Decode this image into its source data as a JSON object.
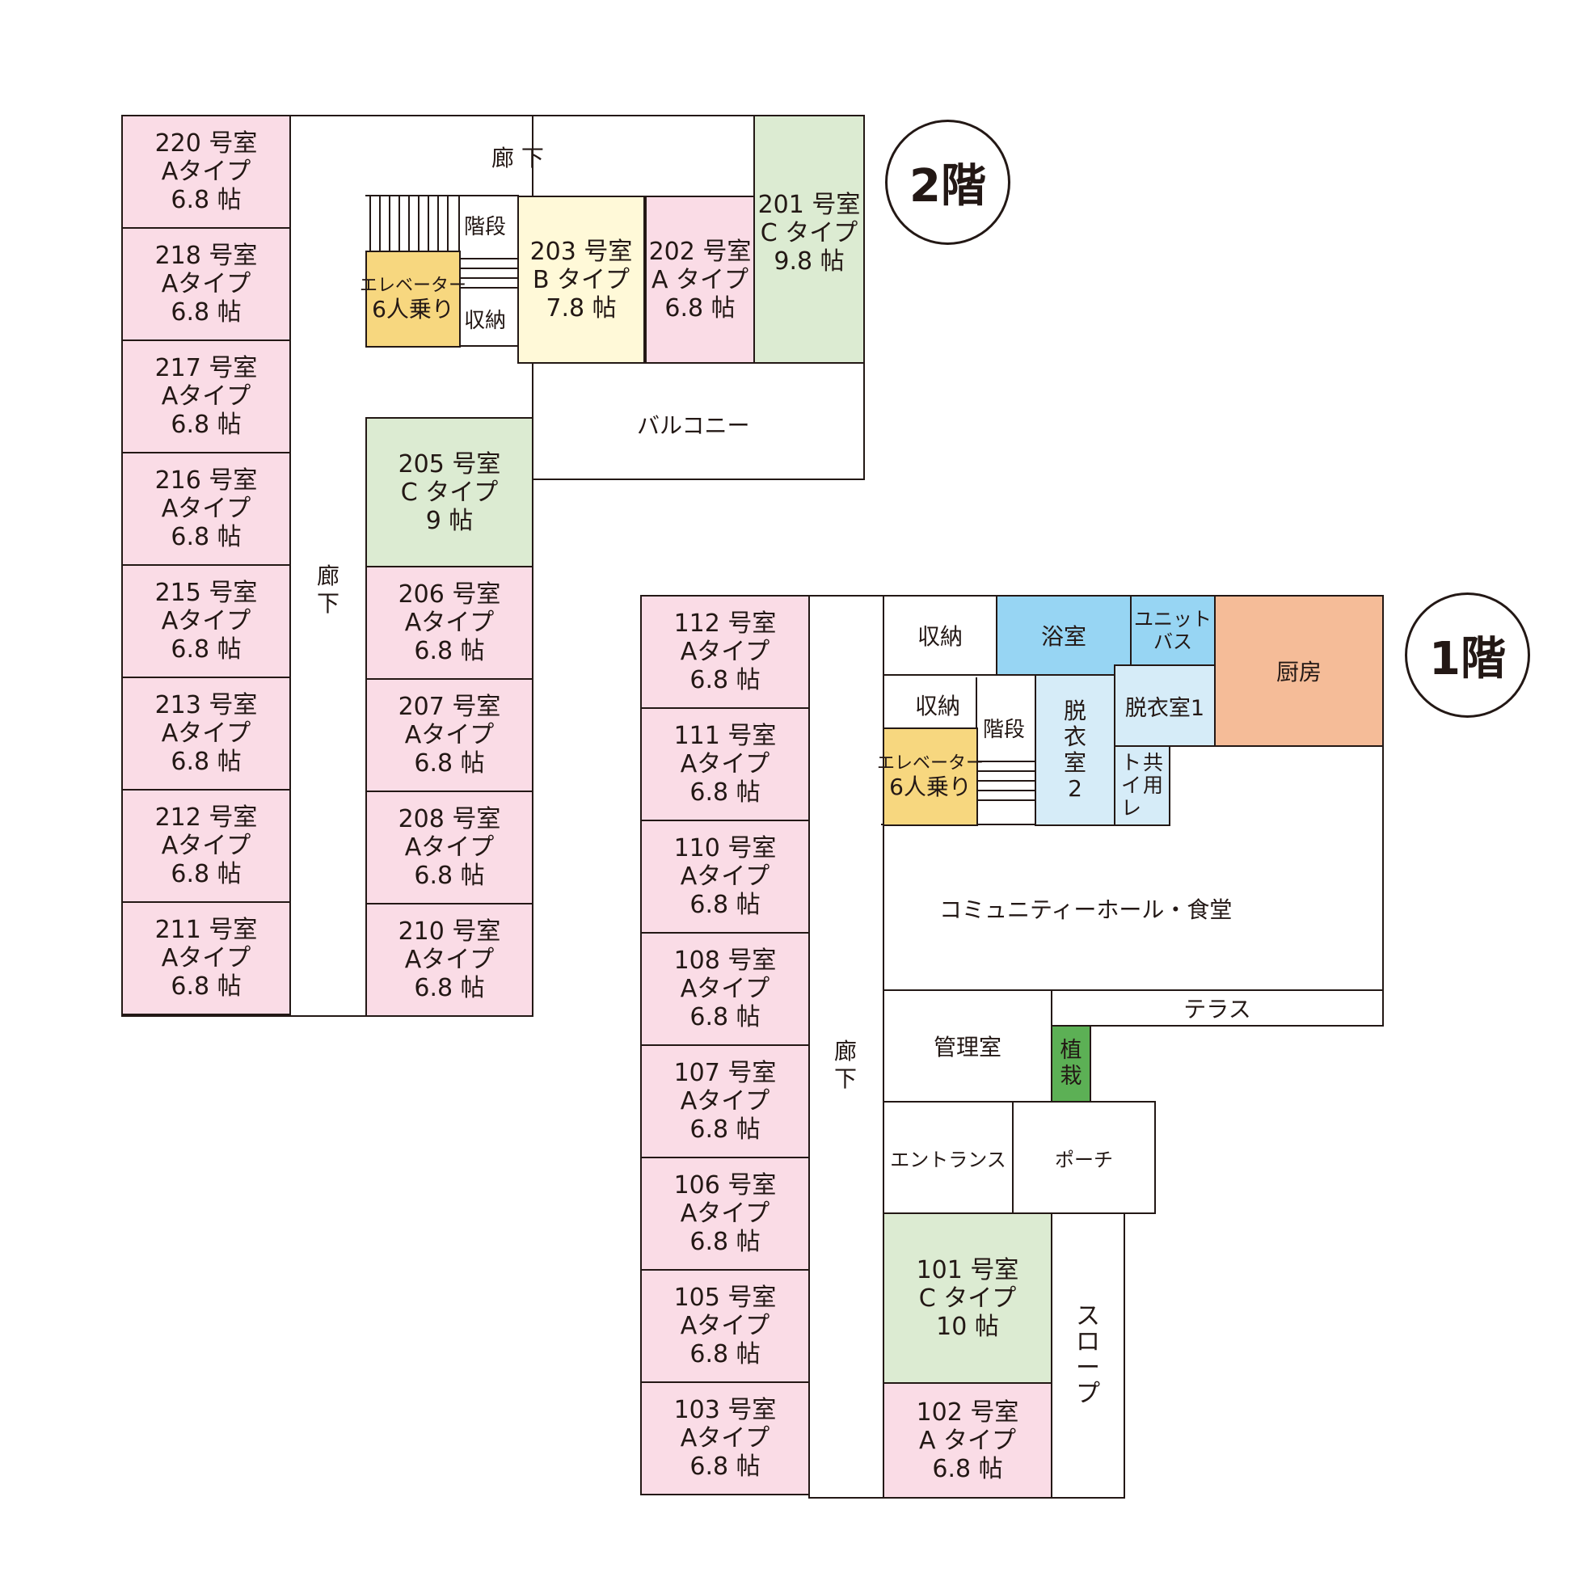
{
  "floor2": {
    "badge": "2階",
    "corridor_top": "廊 下",
    "corridor_side": [
      "廊",
      "下"
    ],
    "stairs": "階段",
    "storage": "収納",
    "elevator": [
      "エレベーター",
      "6人乗り"
    ],
    "balcony": "バルコニー",
    "left_rooms": [
      {
        "num": "220 号室",
        "type": "Aタイプ",
        "size": "6.8 帖"
      },
      {
        "num": "218 号室",
        "type": "Aタイプ",
        "size": "6.8 帖"
      },
      {
        "num": "217 号室",
        "type": "Aタイプ",
        "size": "6.8 帖"
      },
      {
        "num": "216 号室",
        "type": "Aタイプ",
        "size": "6.8 帖"
      },
      {
        "num": "215 号室",
        "type": "Aタイプ",
        "size": "6.8 帖"
      },
      {
        "num": "213 号室",
        "type": "Aタイプ",
        "size": "6.8 帖"
      },
      {
        "num": "212 号室",
        "type": "Aタイプ",
        "size": "6.8 帖"
      },
      {
        "num": "211 号室",
        "type": "Aタイプ",
        "size": "6.8 帖"
      }
    ],
    "r203": {
      "num": "203 号室",
      "type": "B タイプ",
      "size": "7.8 帖"
    },
    "r202": {
      "num": "202 号室",
      "type": "A タイプ",
      "size": "6.8 帖"
    },
    "r201": {
      "num": "201 号室",
      "type": "C タイプ",
      "size": "9.8 帖"
    },
    "r205": {
      "num": "205 号室",
      "type": "C タイプ",
      "size": "9 帖"
    },
    "right_rooms": [
      {
        "num": "206 号室",
        "type": "Aタイプ",
        "size": "6.8 帖"
      },
      {
        "num": "207 号室",
        "type": "Aタイプ",
        "size": "6.8 帖"
      },
      {
        "num": "208 号室",
        "type": "Aタイプ",
        "size": "6.8 帖"
      },
      {
        "num": "210 号室",
        "type": "Aタイプ",
        "size": "6.8 帖"
      }
    ]
  },
  "floor1": {
    "badge": "1階",
    "left_rooms": [
      {
        "num": "112 号室",
        "type": "Aタイプ",
        "size": "6.8 帖"
      },
      {
        "num": "111 号室",
        "type": "Aタイプ",
        "size": "6.8 帖"
      },
      {
        "num": "110 号室",
        "type": "Aタイプ",
        "size": "6.8 帖"
      },
      {
        "num": "108 号室",
        "type": "Aタイプ",
        "size": "6.8 帖"
      },
      {
        "num": "107 号室",
        "type": "Aタイプ",
        "size": "6.8 帖"
      },
      {
        "num": "106 号室",
        "type": "Aタイプ",
        "size": "6.8 帖"
      },
      {
        "num": "105 号室",
        "type": "Aタイプ",
        "size": "6.8 帖"
      },
      {
        "num": "103 号室",
        "type": "Aタイプ",
        "size": "6.8 帖"
      }
    ],
    "corridor": [
      "廊",
      "下"
    ],
    "storage1": "収納",
    "storage2": "収納",
    "bath": "浴室",
    "unit_bath": [
      "ユニット",
      "バス"
    ],
    "kitchen": "厨房",
    "stairs": "階段",
    "dressing2": [
      "脱",
      "衣",
      "室",
      "2"
    ],
    "dressing1": "脱衣室1",
    "toilet_col1": [
      "ト",
      "イ",
      "レ"
    ],
    "toilet_col2": [
      "共",
      "用"
    ],
    "elevator": [
      "エレベーター",
      "6人乗り"
    ],
    "hall": "コミュニティーホール・食堂",
    "terrace": "テラス",
    "office": "管理室",
    "planting": [
      "植",
      "栽"
    ],
    "entrance": "エントランス",
    "porch": "ポーチ",
    "r101": {
      "num": "101 号室",
      "type": "C タイプ",
      "size": "10 帖"
    },
    "r102": {
      "num": "102 号室",
      "type": "A タイプ",
      "size": "6.8 帖"
    },
    "slope": [
      "ス",
      "ロ",
      "ー",
      "プ"
    ]
  },
  "colors": {
    "room_a": "#fadce6",
    "room_b": "#fff9d8",
    "room_c": "#dcebd2",
    "elevator": "#f7d77f",
    "bath": "#97d5f3",
    "dressing": "#d6ecf8",
    "kitchen": "#f5bc98",
    "planting": "#5cb055",
    "line": "#231815"
  }
}
